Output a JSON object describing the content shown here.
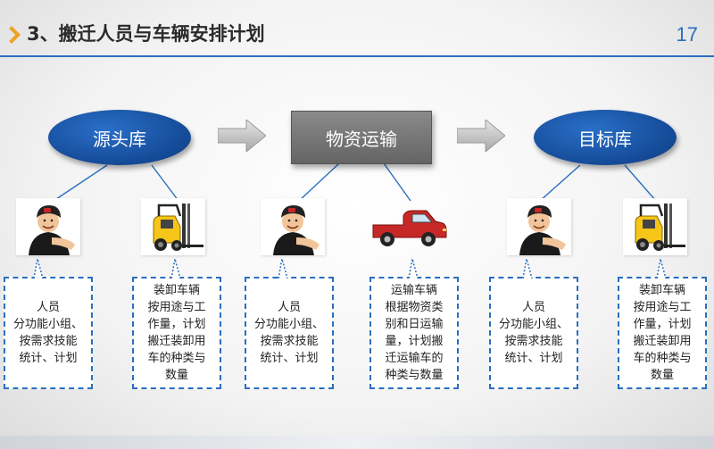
{
  "header": {
    "title": "3、搬迁人员与车辆安排计划",
    "page_number": "17"
  },
  "flow": {
    "source": "源头库",
    "middle": "物资运输",
    "target": "目标库"
  },
  "cards": [
    {
      "icon": "worker-icon",
      "text": "人员\n分功能小组、\n按需求技能\n统计、计划"
    },
    {
      "icon": "forklift-icon",
      "text": "装卸车辆\n按用途与工\n作量，计划\n搬迁装卸用\n车的种类与\n数量"
    },
    {
      "icon": "worker-icon",
      "text": "人员\n分功能小组、\n按需求技能\n统计、计划"
    },
    {
      "icon": "truck-icon",
      "text": "运输车辆\n根据物资类\n别和日运输\n量，计划搬\n迁运输车的\n种类与数量"
    },
    {
      "icon": "worker-icon",
      "text": "人员\n分功能小组、\n按需求技能\n统计、计划"
    },
    {
      "icon": "forklift-icon",
      "text": "装卸车辆\n按用途与工\n作量，计划\n搬迁装卸用\n车的种类与\n数量"
    }
  ],
  "colors": {
    "accent_blue": "#2a6fc0",
    "ellipse_blue": "#144a96",
    "box_gray": "#6e6e6e",
    "arrow_orange": "#f0a020"
  }
}
